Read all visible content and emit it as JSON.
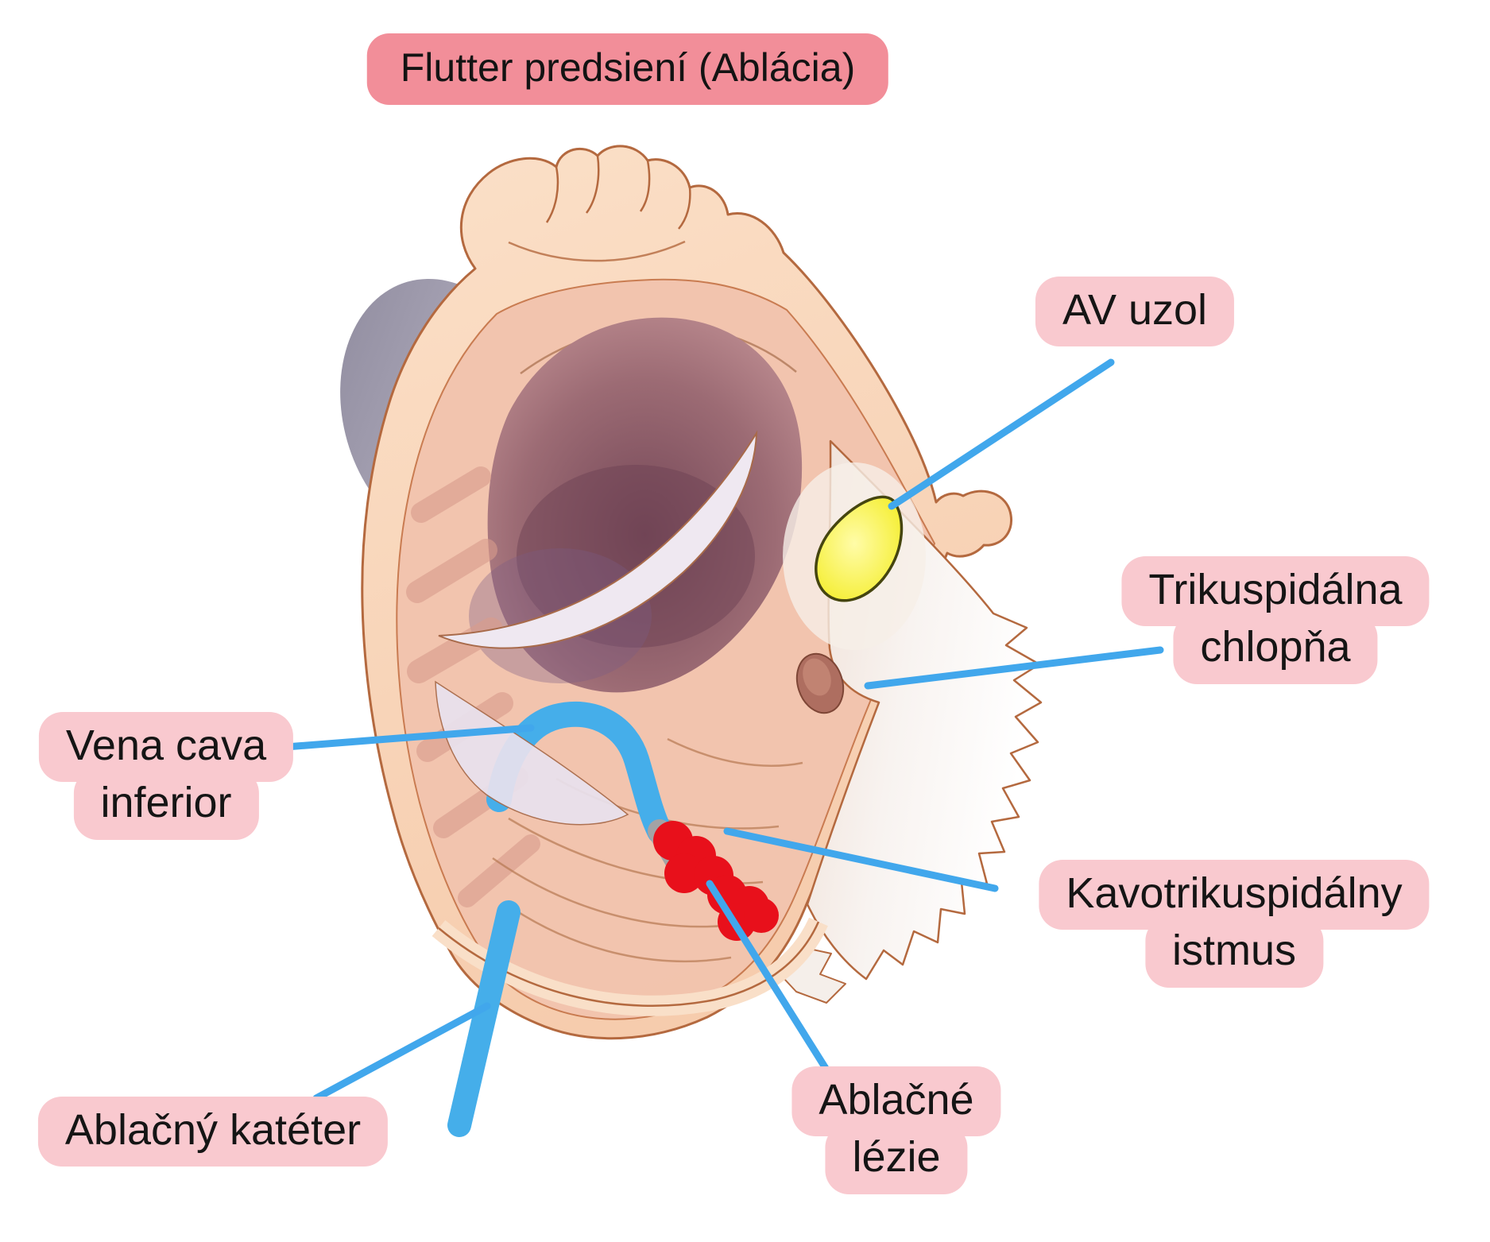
{
  "title": "Flutter predsiení (Ablácia)",
  "labels": {
    "av_node": {
      "lines": [
        "AV uzol"
      ]
    },
    "tricuspid": {
      "lines": [
        "Trikuspidálna",
        "chlopňa"
      ]
    },
    "vena_cava": {
      "lines": [
        "Vena cava",
        "inferior"
      ]
    },
    "catheter": {
      "lines": [
        "Ablačný katéter"
      ]
    },
    "lesions": {
      "lines": [
        "Ablačné",
        "lézie"
      ]
    },
    "isthmus": {
      "lines": [
        "Kavotrikuspidálny",
        "istmus"
      ]
    }
  },
  "colors": {
    "title_pink": "#F28E99",
    "label_pink": "#F9C9CF",
    "pointer_blue": "#41A7EC",
    "catheter_blue": "#45AEEA",
    "catheter_tip_gray": "#A3A3A5",
    "lesion_red": "#E8101B",
    "av_node_yellow": "#F2EA11",
    "heart_fill": "#F8D3B8",
    "heart_outline": "#B4693F"
  }
}
